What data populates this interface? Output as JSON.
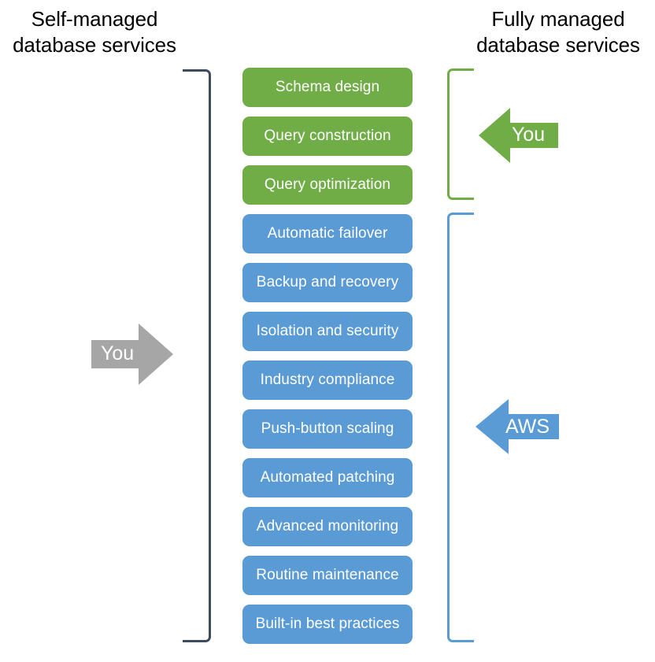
{
  "headings": {
    "left": "Self-managed\ndatabase services",
    "right": "Fully managed\ndatabase services"
  },
  "capabilities": {
    "you_managed": {
      "color": "#70AD47",
      "items": [
        "Schema design",
        "Query construction",
        "Query optimization"
      ]
    },
    "aws_managed": {
      "color": "#5B9BD5",
      "items": [
        "Automatic failover",
        "Backup and recovery",
        "Isolation and security",
        "Industry compliance",
        "Push-button scaling",
        "Automated patching",
        "Advanced monitoring",
        "Routine maintenance",
        "Built-in best practices"
      ]
    }
  },
  "brackets": {
    "self_managed": {
      "color": "#3E4B5E",
      "direction": "open-right"
    },
    "you_managed": {
      "color": "#70AD47",
      "direction": "open-left"
    },
    "aws_managed": {
      "color": "#5B9BD5",
      "direction": "open-left"
    }
  },
  "arrows": {
    "you_left": {
      "label": "You",
      "color": "#A6A6A6",
      "direction": "right"
    },
    "you_right": {
      "label": "You",
      "color": "#70AD47",
      "direction": "left"
    },
    "aws_right": {
      "label": "AWS",
      "color": "#5B9BD5",
      "direction": "left"
    }
  }
}
